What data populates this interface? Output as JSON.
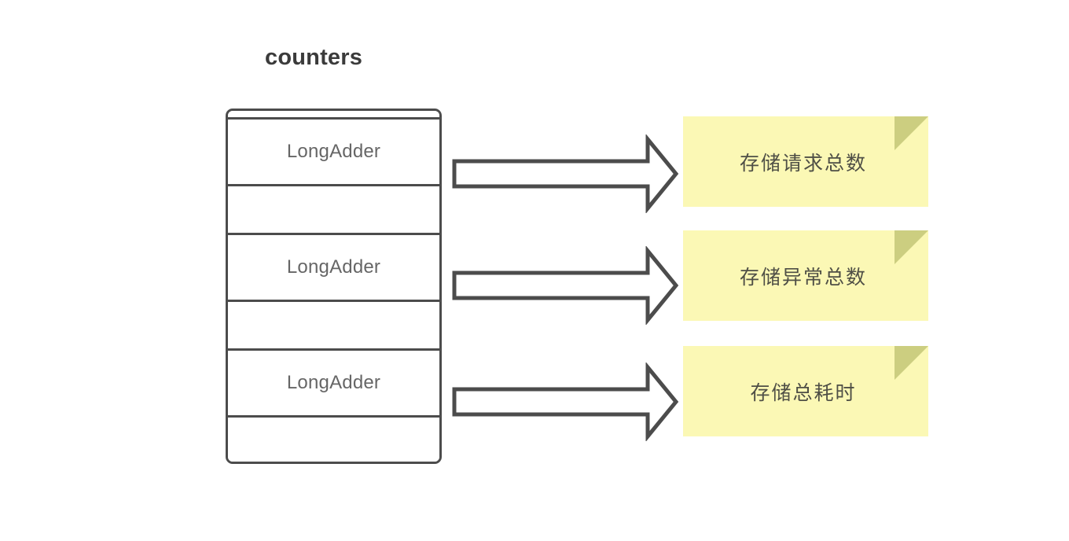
{
  "diagram": {
    "title": "counters",
    "type": "block-diagram",
    "colors": {
      "note_fill": "#fbf8b5",
      "note_fold": "#ccce80",
      "border": "#4c4c4c",
      "row_text": "#666666",
      "title_text": "#3b3b3b",
      "note_text": "#4f4f46"
    }
  },
  "table": {
    "rows": [
      {
        "label": "LongAdder",
        "filled": true
      },
      {
        "label": "",
        "filled": false
      },
      {
        "label": "LongAdder",
        "filled": true
      },
      {
        "label": "",
        "filled": false
      },
      {
        "label": "LongAdder",
        "filled": true
      },
      {
        "label": "",
        "filled": false
      }
    ]
  },
  "mappings": [
    {
      "arrow": "block-arrow-right",
      "note": "存储请求总数"
    },
    {
      "arrow": "block-arrow-right",
      "note": "存储异常总数"
    },
    {
      "arrow": "block-arrow-right",
      "note": "存储总耗时"
    }
  ]
}
